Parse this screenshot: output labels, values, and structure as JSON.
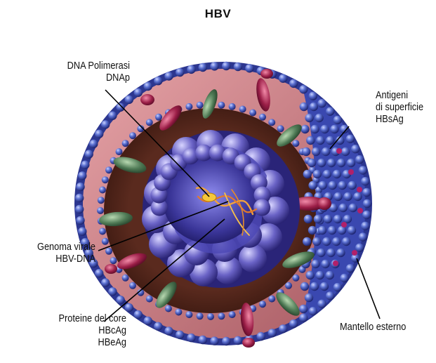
{
  "title": "HBV",
  "labels": {
    "polymerase": {
      "line1": "DNA Polimerasi",
      "line2": "DNAp"
    },
    "surface_antigen": {
      "line1": "Antigeni",
      "line2": "di superficie",
      "line3": "HBsAg"
    },
    "genome": {
      "line1": "Genoma virale",
      "line2": "HBV-DNA"
    },
    "core_proteins": {
      "line1": "Proteine del core",
      "line2": "HBcAg",
      "line3": "HBeAg"
    },
    "outer_envelope": {
      "line1": "Mantello esterno"
    }
  },
  "colors": {
    "bead": "#4a5fc0",
    "envelope_pink": "#c8747c",
    "core_purple": "#6d68c8",
    "antigen_red": "#9c1f48",
    "antigen_green": "#4f7a55"
  }
}
